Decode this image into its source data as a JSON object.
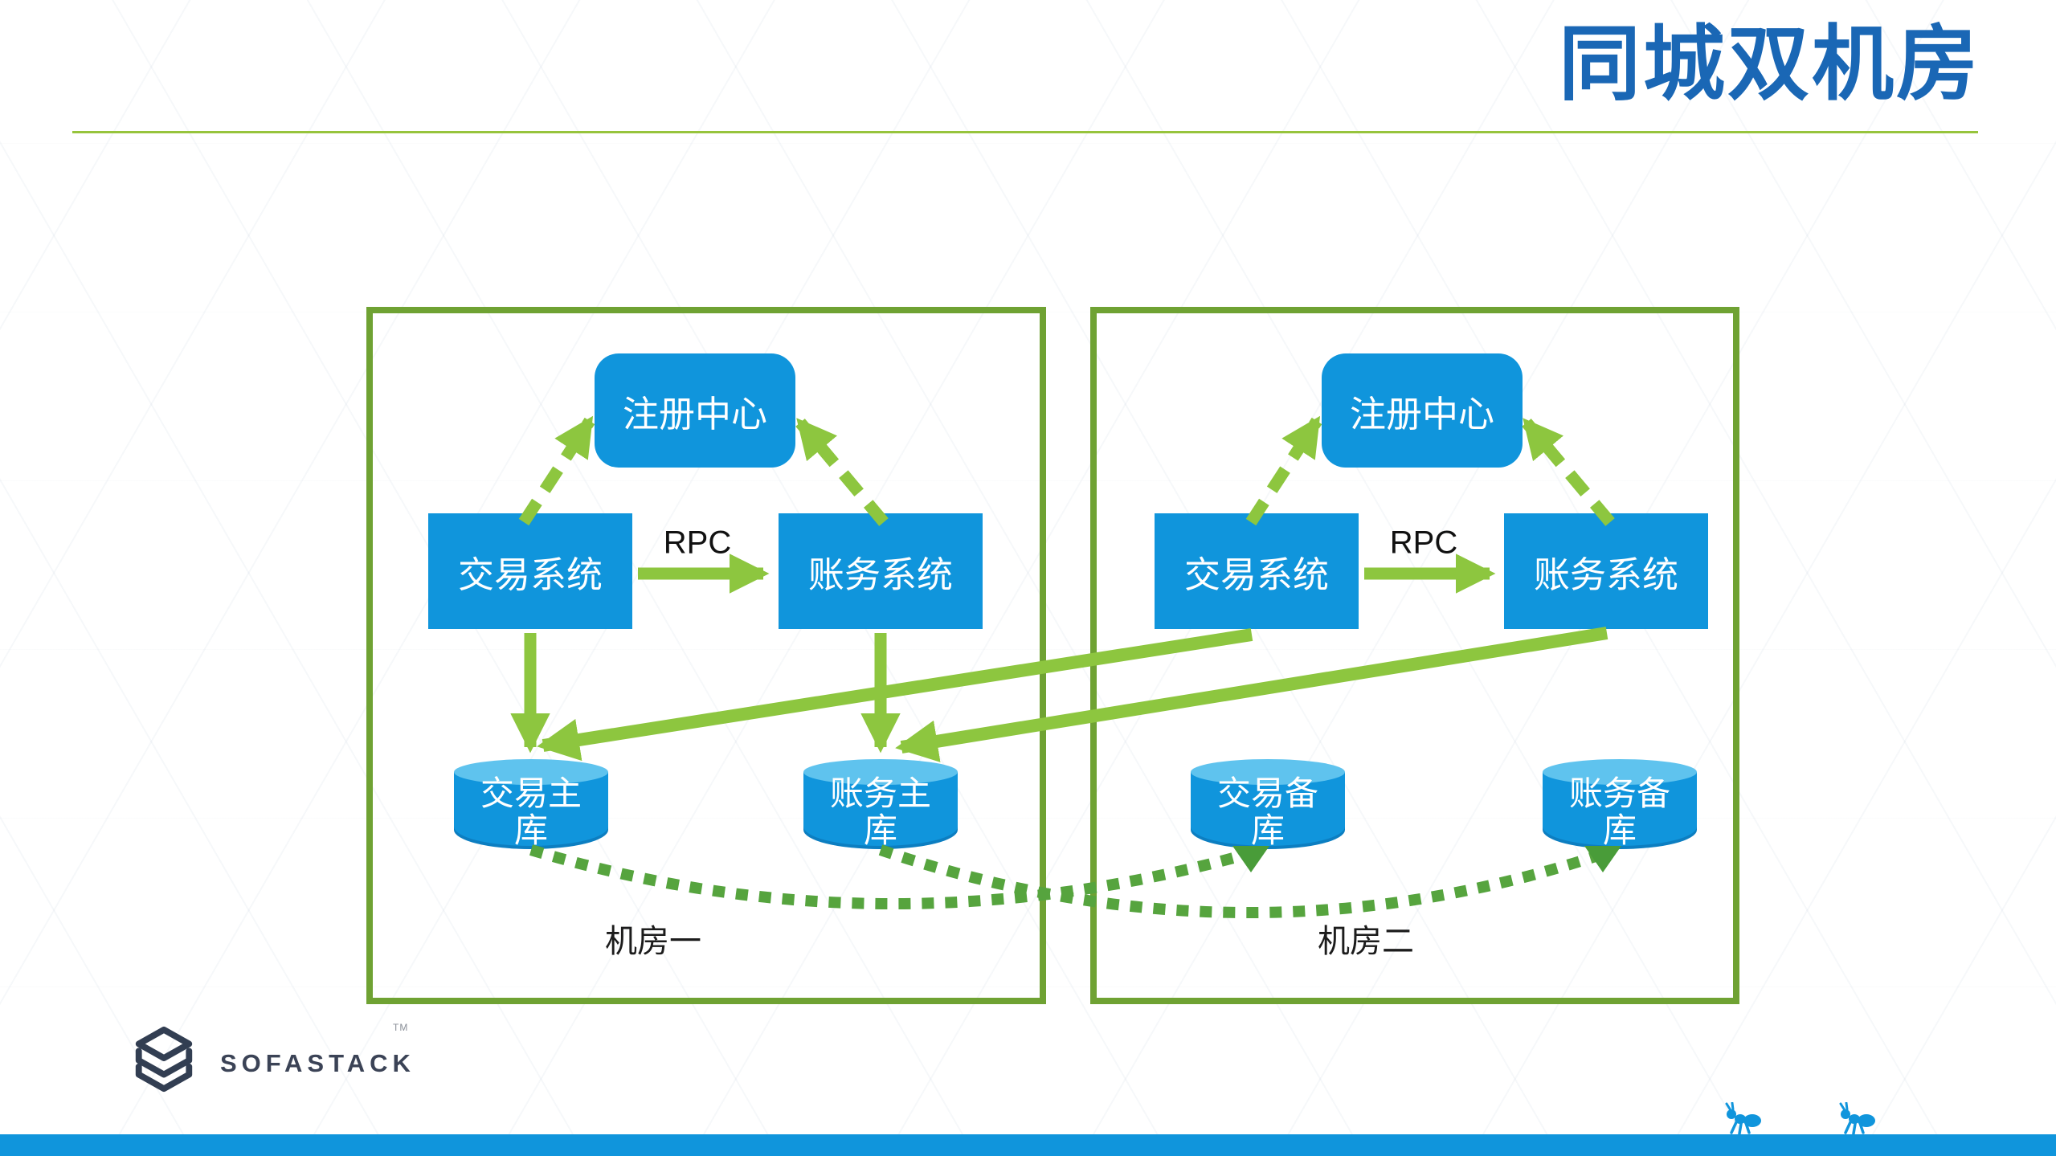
{
  "title": "同城双机房",
  "colors": {
    "title_blue": "#1a67b5",
    "divider_green": "#97c43c",
    "datacenter_border_green": "#6fa233",
    "node_blue": "#1095dc",
    "cylinder_top_blue": "#5fc3ee",
    "arrow_green": "#8dc63f",
    "replication_dot_green": "#56a43e",
    "replication_head_green": "#499c39",
    "footer_bar_blue": "#1095dc"
  },
  "dc1": {
    "label": "机房一",
    "registry": "注册中心",
    "sys1": "交易系统",
    "sys2": "账务系统",
    "rpc": "RPC",
    "db1": "交易主库",
    "db2": "账务主库"
  },
  "dc2": {
    "label": "机房二",
    "registry": "注册中心",
    "sys1": "交易系统",
    "sys2": "账务系统",
    "rpc": "RPC",
    "db1": "交易备库",
    "db2": "账务备库"
  },
  "footer": {
    "brand": "SOFASTACK",
    "trademark": "TM"
  }
}
